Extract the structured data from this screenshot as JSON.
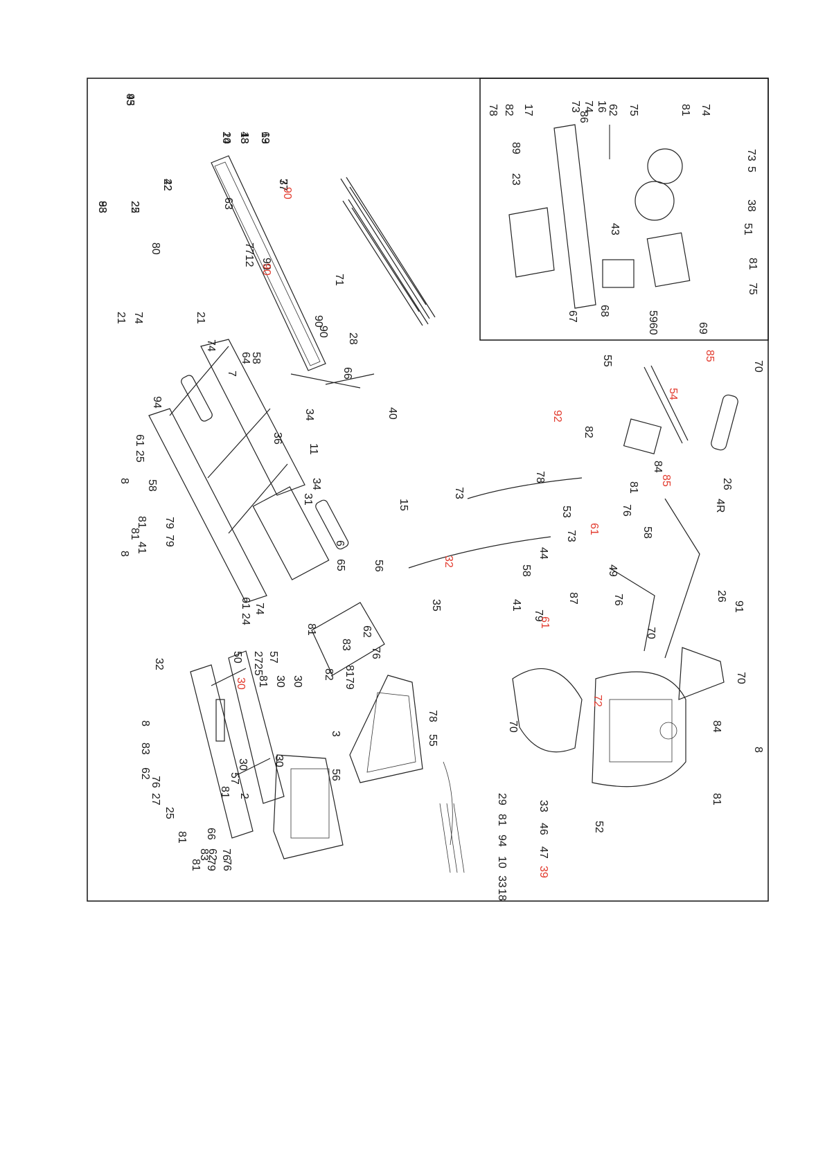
{
  "figure": {
    "type": "exploded parts diagram",
    "orientation": "rotated 90 degrees"
  },
  "callouts": {
    "black": [
      "93",
      "22",
      "93",
      "22",
      "14",
      "13",
      "63",
      "77",
      "63",
      "80",
      "7712",
      "90",
      "71",
      "90",
      "90",
      "28",
      "21",
      "74",
      "21",
      "74",
      "64",
      "58",
      "7",
      "66",
      "34",
      "40",
      "36",
      "11",
      "31",
      "34",
      "15",
      "6",
      "65",
      "56",
      "94",
      "61",
      "25",
      "8",
      "58",
      "79",
      "81",
      "81",
      "79",
      "41",
      "8",
      "61",
      "24",
      "74",
      "32",
      "50",
      "2725",
      "57",
      "81",
      "30",
      "30",
      "8",
      "83",
      "62",
      "76",
      "27",
      "25",
      "30",
      "81",
      "57",
      "2",
      "66",
      "81",
      "79",
      "76",
      "81",
      "83",
      "62",
      "76",
      "30",
      "81",
      "83",
      "62",
      "76",
      "8179",
      "82",
      "78",
      "55",
      "3",
      "56",
      "78",
      "82",
      "17",
      "73",
      "74",
      "16",
      "89",
      "23",
      "86",
      "62",
      "75",
      "81",
      "74",
      "73",
      "5",
      "38",
      "43",
      "51",
      "81",
      "75",
      "67",
      "68",
      "5960",
      "69",
      "55",
      "82",
      "78",
      "73",
      "53",
      "73",
      "44",
      "87",
      "58",
      "41",
      "35",
      "79",
      "81",
      "76",
      "4R",
      "58",
      "49",
      "76",
      "26",
      "70",
      "91",
      "70",
      "84",
      "26",
      "70",
      "70",
      "84",
      "8",
      "81",
      "29",
      "81",
      "94",
      "10",
      "33",
      "18",
      "33",
      "52",
      "46",
      "47",
      "45",
      "42",
      "88",
      "25",
      "20",
      "48",
      "19",
      "37"
    ],
    "red": [
      "90",
      "90",
      "30",
      "85",
      "54",
      "85",
      "92",
      "61",
      "32",
      "61",
      "72",
      "39"
    ]
  },
  "inset_title": "",
  "colors": {
    "label": "#1a1a1a",
    "highlight": "#e23b2e",
    "frame": "#111111"
  }
}
